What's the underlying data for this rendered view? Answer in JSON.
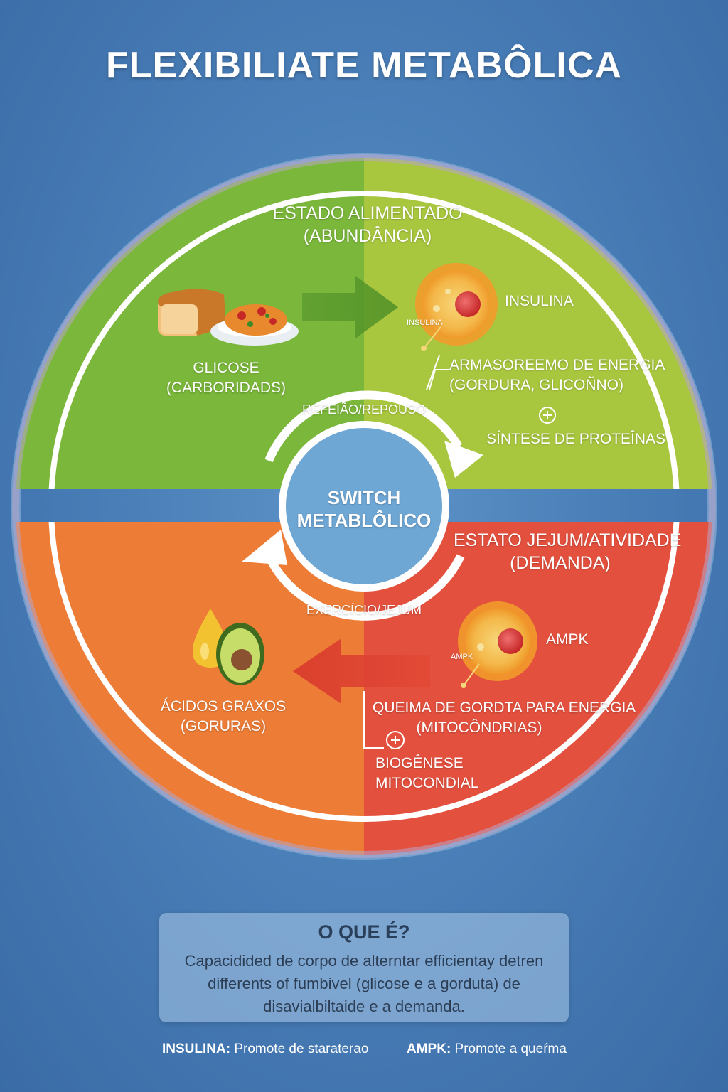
{
  "title": "FLEXIBILIATE METABÔLICA",
  "colors": {
    "background": "#4a7fb8",
    "fed_left": "#7ab73a",
    "fed_right": "#a8c63e",
    "fast_left": "#ec7c36",
    "fast_right": "#e4503e",
    "center": "#6ea6d4",
    "ring": "#ffffff"
  },
  "fed_state": {
    "title_line1": "ESTADO ALIMENTADO",
    "title_line2": "(ABUNDÂNCIA)",
    "fuel_line1": "GLICOSE",
    "fuel_line2": "(CARBORIDADS)",
    "hormone": "INSULINA",
    "cell_tag": "INSULINA",
    "effect1_line1": "ARMASOREEMO DE ENERGIA",
    "effect1_line2": "(GORDURA, GLICOÑNO)",
    "effect2": "SÍNTESE DE PROTEÎNAS"
  },
  "cycle": {
    "top_label": "REFEIÃO/REPOUSO",
    "center_line1": "SWITCH",
    "center_line2": "METABLÔLICO",
    "bottom_label": "EXERCÍCIO/JEJUM"
  },
  "fast_state": {
    "title_line1": "ESTATO JEJUM/ATIVIDADE",
    "title_line2": "(DEMANDA)",
    "fuel_line1": "ÁCIDOS GRAXOS",
    "fuel_line2": "(GORURAS)",
    "hormone": "AMPK",
    "cell_tag": "AMPK",
    "effect1_line1": "QUEIMA DE GORDTA PARA ENERGIA",
    "effect1_line2": "(MITOCÔNDRIAS)",
    "effect2_line1": "BIOGÊNESE",
    "effect2_line2": "MITOCONDIAL"
  },
  "info": {
    "heading": "O QUE É?",
    "line1": "Capacidided de corpo de alterntar efficientay detren",
    "line2": "differents of fumbivel (glicose e a gorduta) de",
    "line3": "disavialbiltaide e a demanda."
  },
  "legend": {
    "insulina_key": "INSULINA:",
    "insulina_text": " Promote de starаterao",
    "ampk_key": "AMPK:",
    "ampk_text": " Promote a queŕma"
  },
  "icons": [
    "bread-icon",
    "pasta-plate-icon",
    "cell-icon",
    "plus-icon",
    "oil-drop-icon",
    "avocado-icon",
    "arrow-right-icon",
    "arrow-left-icon",
    "cycle-arrow-icon"
  ]
}
